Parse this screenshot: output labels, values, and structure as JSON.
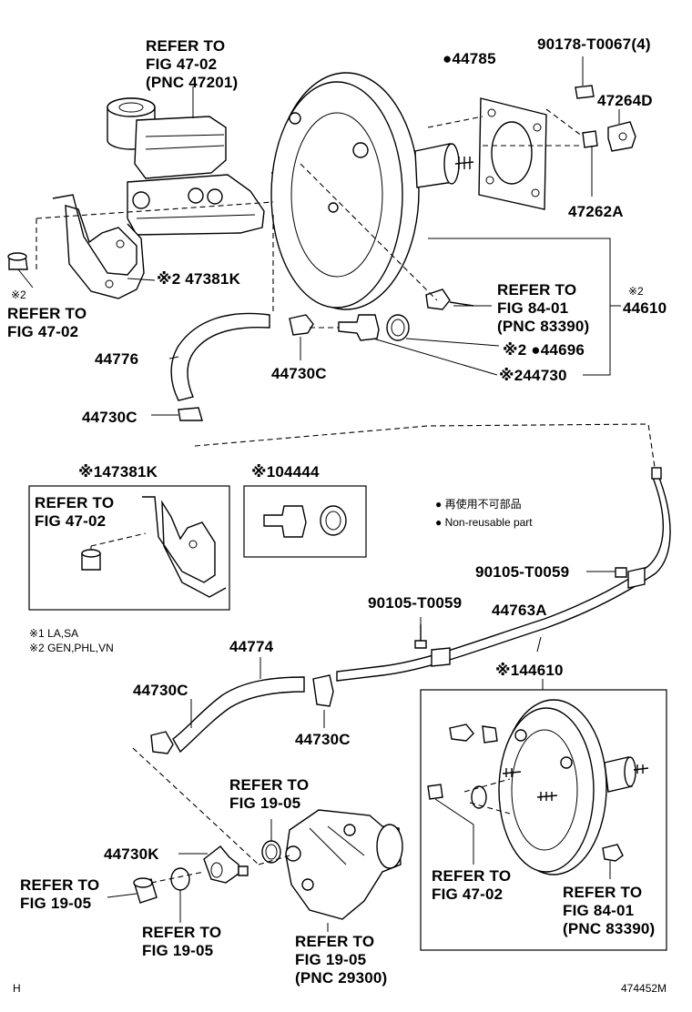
{
  "labels": {
    "refer_47201": [
      "REFER TO",
      "FIG 47-02",
      "(PNC 47201)"
    ],
    "p44785": "●44785",
    "p90178": "90178-T0067(4)",
    "p47264d": "47264D",
    "p47262a": "47262A",
    "refer_47_02_left": [
      "※2",
      "REFER TO",
      "FIG 47-02"
    ],
    "p47381k_top": "※2 47381K",
    "refer_84_01_top": [
      "REFER TO",
      "FIG 84-01",
      "(PNC 83390)"
    ],
    "p44610_top": [
      "※2",
      "44610"
    ],
    "p44776": "44776",
    "p44730c_a": "44730C",
    "p44696": "※2 ●44696",
    "p44730": "※244730",
    "p44730c_b": "44730C",
    "inset1_title": "※147381K",
    "inset1_refer": [
      "REFER TO",
      "FIG 47-02"
    ],
    "inset2_title": "※104444",
    "legend": [
      "● 再使用不可部品",
      "● Non-reusable part"
    ],
    "p90105_a": "90105-T0059",
    "p90105_b": "90105-T0059",
    "p44763a": "44763A",
    "notes": [
      "※1 LA,SA",
      "※2 GEN,PHL,VN"
    ],
    "p44774": "44774",
    "p44730c_c": "44730C",
    "p44730c_d": "44730C",
    "p44610_bot": "※144610",
    "refer_19_05_a": [
      "REFER TO",
      "FIG 19-05"
    ],
    "p44730k": "44730K",
    "refer_19_05_b": [
      "REFER TO",
      "FIG 19-05"
    ],
    "refer_19_05_c": [
      "REFER TO",
      "FIG 19-05"
    ],
    "refer_29300": [
      "REFER TO",
      "FIG 19-05",
      "(PNC 29300)"
    ],
    "refer_47_02_bot": [
      "REFER TO",
      "FIG 47-02"
    ],
    "refer_84_01_bot": [
      "REFER TO",
      "FIG 84-01",
      "(PNC 83390)"
    ],
    "corner_left": "H",
    "corner_right": "474452M"
  }
}
